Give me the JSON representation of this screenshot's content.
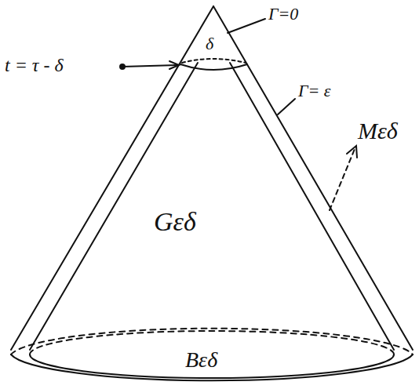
{
  "diagram": {
    "labels": [
      "t = τ - δ",
      "δ",
      "Γ=0",
      "Γ= ε",
      "Gεδ",
      "Mεδ",
      "Bεδ"
    ]
  }
}
